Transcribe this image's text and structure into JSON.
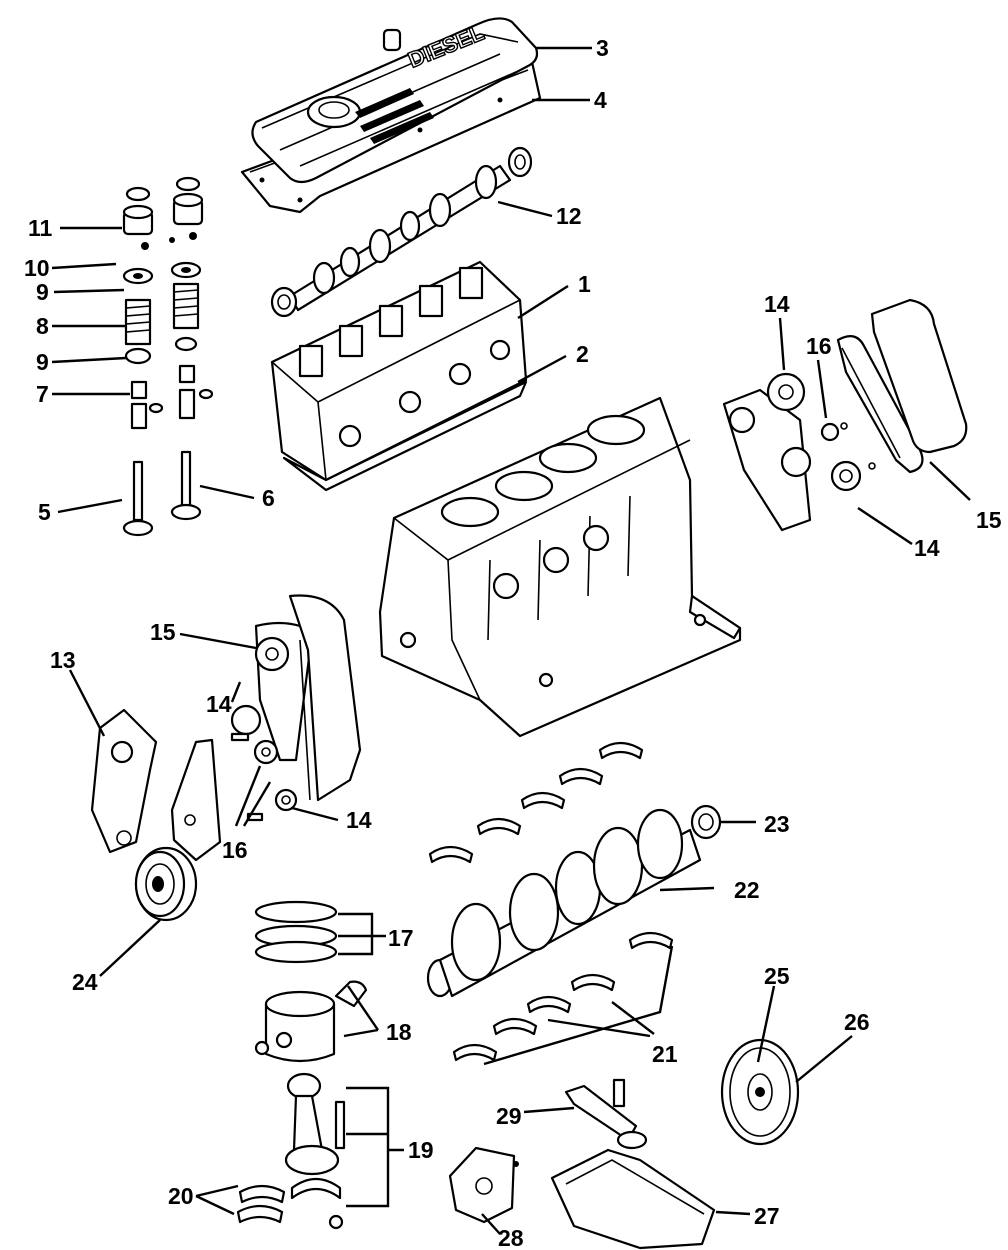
{
  "figure": {
    "background": "#ffffff",
    "ink": "#000000",
    "cover_text": "DIESEL",
    "callouts": [
      {
        "id": "c1",
        "text": "1"
      },
      {
        "id": "c2",
        "text": "2"
      },
      {
        "id": "c3",
        "text": "3"
      },
      {
        "id": "c4",
        "text": "4"
      },
      {
        "id": "c5",
        "text": "5"
      },
      {
        "id": "c6",
        "text": "6"
      },
      {
        "id": "c7",
        "text": "7"
      },
      {
        "id": "c8",
        "text": "8"
      },
      {
        "id": "c9a",
        "text": "9"
      },
      {
        "id": "c9b",
        "text": "9"
      },
      {
        "id": "c10",
        "text": "10"
      },
      {
        "id": "c11",
        "text": "11"
      },
      {
        "id": "c12",
        "text": "12"
      },
      {
        "id": "c13",
        "text": "13"
      },
      {
        "id": "c14a",
        "text": "14"
      },
      {
        "id": "c14b",
        "text": "14"
      },
      {
        "id": "c14c",
        "text": "14"
      },
      {
        "id": "c14d",
        "text": "14"
      },
      {
        "id": "c15a",
        "text": "15"
      },
      {
        "id": "c15b",
        "text": "15"
      },
      {
        "id": "c16a",
        "text": "16"
      },
      {
        "id": "c16b",
        "text": "16"
      },
      {
        "id": "c17",
        "text": "17"
      },
      {
        "id": "c18",
        "text": "18"
      },
      {
        "id": "c19",
        "text": "19"
      },
      {
        "id": "c20",
        "text": "20"
      },
      {
        "id": "c21",
        "text": "21"
      },
      {
        "id": "c22",
        "text": "22"
      },
      {
        "id": "c23",
        "text": "23"
      },
      {
        "id": "c24",
        "text": "24"
      },
      {
        "id": "c25",
        "text": "25"
      },
      {
        "id": "c26",
        "text": "26"
      },
      {
        "id": "c27",
        "text": "27"
      },
      {
        "id": "c28",
        "text": "28"
      },
      {
        "id": "c29",
        "text": "29"
      }
    ]
  }
}
